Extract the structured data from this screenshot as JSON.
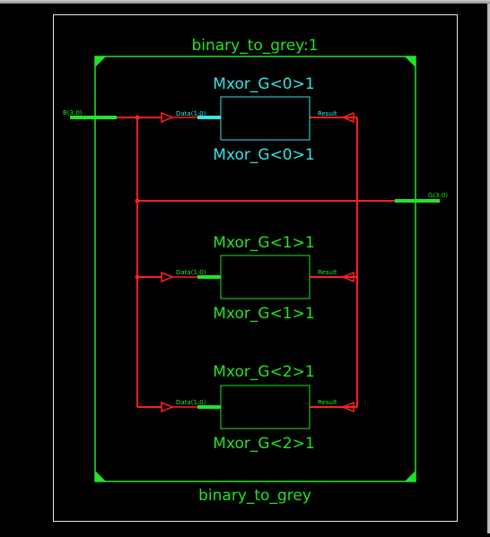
{
  "colors": {
    "frame": "#e8e8e8",
    "block": "#22e522",
    "selected": "#33e6e6",
    "wire": "#ff2020",
    "bus": "#22e522"
  },
  "schematic": {
    "outer_title": "binary_to_grey:1",
    "outer_footer": "binary_to_grey",
    "input_port": "B(3:0)",
    "output_port": "G(3:0)",
    "instances": [
      {
        "title": "Mxor_G<0>1",
        "footer": "Mxor_G<0>1",
        "in_pin": "Data(1:0)",
        "out_pin": "Result",
        "selected": true
      },
      {
        "title": "Mxor_G<1>1",
        "footer": "Mxor_G<1>1",
        "in_pin": "Data(1:0)",
        "out_pin": "Result",
        "selected": false
      },
      {
        "title": "Mxor_G<2>1",
        "footer": "Mxor_G<2>1",
        "in_pin": "Data(1:0)",
        "out_pin": "Result",
        "selected": false
      }
    ]
  }
}
